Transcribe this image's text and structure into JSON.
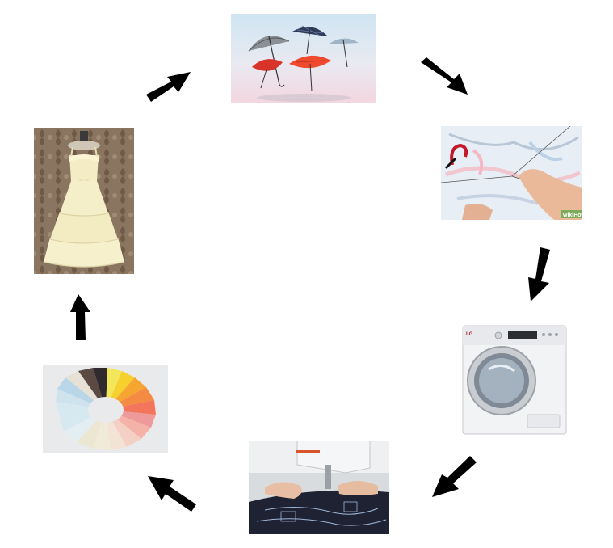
{
  "diagram": {
    "type": "cycle",
    "steps": [
      {
        "id": "umbrellas",
        "icon": "umbrellas-image"
      },
      {
        "id": "umbrella-canopy",
        "icon": "umbrella-canopy-removal-image",
        "watermark": "wikiHow"
      },
      {
        "id": "washing-machine",
        "icon": "washing-machine-image",
        "brand_label": "LG"
      },
      {
        "id": "sewing",
        "icon": "sewing-machine-image"
      },
      {
        "id": "fabric-swatches",
        "icon": "fabric-swatches-image"
      },
      {
        "id": "dress",
        "icon": "dress-image"
      }
    ],
    "arrow_color": "#000000",
    "arrow_direction": "clockwise"
  }
}
